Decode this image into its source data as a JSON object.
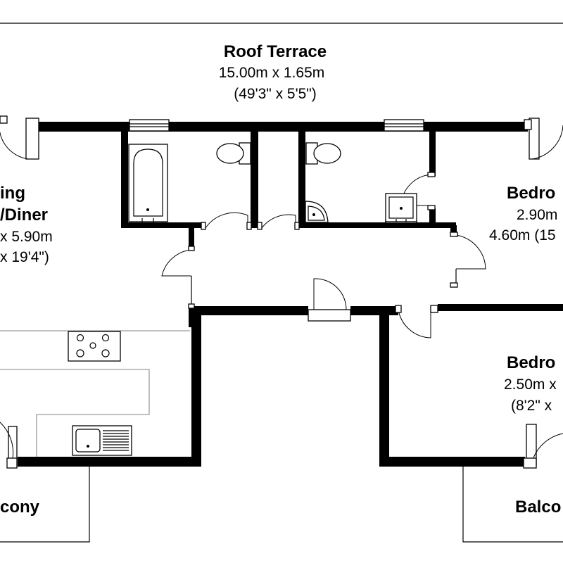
{
  "rooms": {
    "roof_terrace": {
      "name": "Roof Terrace",
      "metric": "15.00m  x 1.65m",
      "imperial": "(49'3\" x 5'5\")"
    },
    "living": {
      "name_line1": "ing",
      "name_line2": "/Diner",
      "metric": "x 5.90m",
      "imperial": "x 19'4\")"
    },
    "bedroom_1": {
      "name": "Bedro",
      "metric": "2.90m",
      "imperial": "4.60m (15"
    },
    "bedroom_2": {
      "name": "Bedro",
      "metric": "2.50m x",
      "imperial": "(8'2\" x"
    },
    "balcony_left": {
      "name": "cony"
    },
    "balcony_right": {
      "name": "Balco"
    }
  }
}
